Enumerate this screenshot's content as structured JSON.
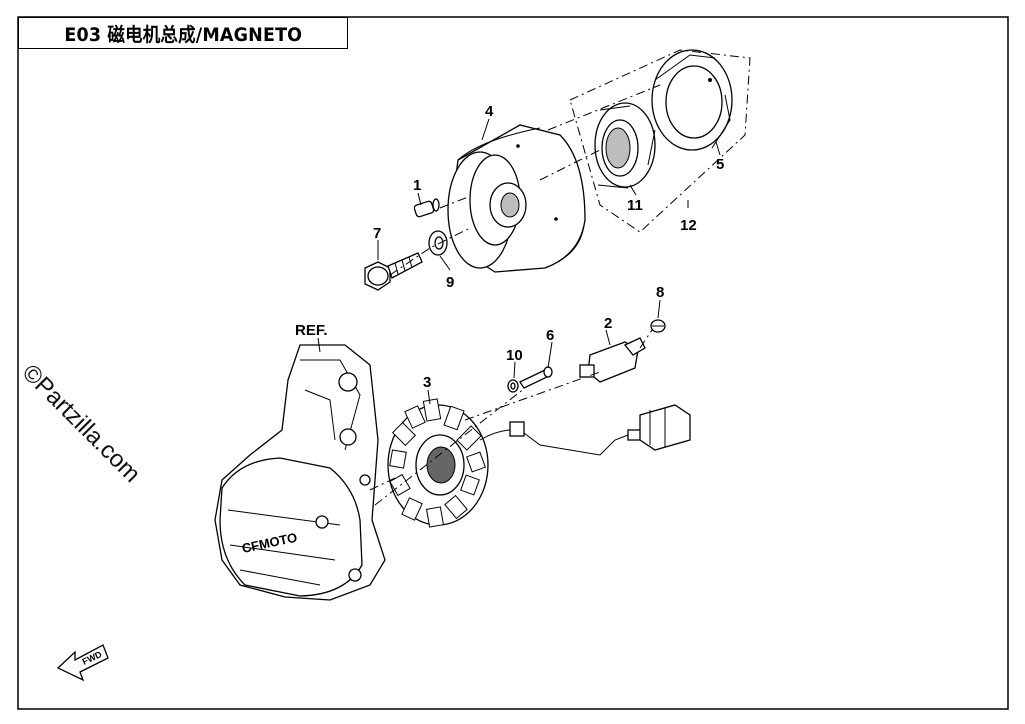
{
  "title": "E03 磁电机总成/MAGNETO",
  "watermark": "©Partzilla.com",
  "ref_label": "REF.",
  "cover_logo": "CFMOTO",
  "fwd_label": "FWD",
  "callouts": {
    "c1": "1",
    "c2": "2",
    "c3": "3",
    "c4": "4",
    "c5": "5",
    "c6": "6",
    "c7": "7",
    "c8": "8",
    "c9": "9",
    "c10": "10",
    "c11": "11",
    "c12": "12"
  }
}
